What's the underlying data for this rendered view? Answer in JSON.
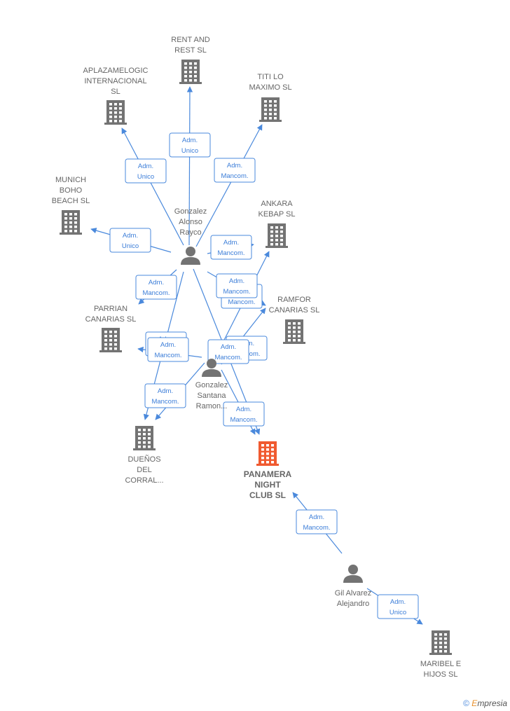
{
  "colors": {
    "building": "#737373",
    "focus": "#f05a30",
    "person": "#737373",
    "edge": "#4a89dc"
  },
  "nodes": [
    {
      "id": "rent",
      "type": "company",
      "lines": [
        "RENT AND",
        "REST  SL"
      ]
    },
    {
      "id": "aplaza",
      "type": "company",
      "lines": [
        "APLAZAMELOGIC",
        "INTERNACIONAL",
        "SL"
      ]
    },
    {
      "id": "titi",
      "type": "company",
      "lines": [
        "TITI LO",
        "MAXIMO  SL"
      ]
    },
    {
      "id": "munich",
      "type": "company",
      "lines": [
        "MUNICH",
        "BOHO",
        "BEACH  SL"
      ]
    },
    {
      "id": "ankara",
      "type": "company",
      "lines": [
        "ANKARA",
        "KEBAP  SL"
      ]
    },
    {
      "id": "ramfor",
      "type": "company",
      "lines": [
        "RAMFOR",
        "CANARIAS  SL"
      ]
    },
    {
      "id": "parrian",
      "type": "company",
      "lines": [
        "PARRIAN",
        "CANARIAS  SL"
      ]
    },
    {
      "id": "duenos",
      "type": "company",
      "lines": [
        "DUEÑOS",
        "DEL",
        "CORRAL..."
      ]
    },
    {
      "id": "panamera",
      "type": "focus",
      "lines": [
        "PANAMERA",
        "NIGHT",
        "CLUB  SL"
      ]
    },
    {
      "id": "maribel",
      "type": "company",
      "lines": [
        "MARIBEL E",
        "HIJOS SL"
      ]
    },
    {
      "id": "rayco",
      "type": "person",
      "lines": [
        "Gonzalez",
        "Alonso",
        "Rayco"
      ]
    },
    {
      "id": "ramon",
      "type": "person",
      "lines": [
        "Gonzalez",
        "Santana",
        "Ramon..."
      ]
    },
    {
      "id": "gil",
      "type": "person",
      "lines": [
        "Gil Alvarez",
        "Alejandro"
      ]
    }
  ],
  "edges": [
    {
      "from": "rayco",
      "to": "rent",
      "role": [
        "Adm.",
        "Unico"
      ]
    },
    {
      "from": "rayco",
      "to": "aplaza",
      "role": [
        "Adm.",
        "Unico"
      ]
    },
    {
      "from": "rayco",
      "to": "titi",
      "role": [
        "Adm.",
        "Mancom."
      ]
    },
    {
      "from": "rayco",
      "to": "munich",
      "role": [
        "Adm.",
        "Unico"
      ]
    },
    {
      "from": "rayco",
      "to": "ankara",
      "role": [
        "Adm.",
        "Mancom."
      ]
    },
    {
      "from": "rayco",
      "to": "parrian",
      "role": [
        "Adm.",
        "Mancom."
      ]
    },
    {
      "from": "rayco",
      "to": "ramfor",
      "role": [
        "Adm.",
        "Mancom."
      ]
    },
    {
      "from": "rayco",
      "to": "duenos",
      "role": [
        "Adm.",
        "Mancom."
      ]
    },
    {
      "from": "rayco",
      "to": "panamera",
      "role": [
        "Adm.",
        "Mancom."
      ]
    },
    {
      "from": "ramon",
      "to": "ankara",
      "role": [
        "Adm.",
        "Mancom."
      ]
    },
    {
      "from": "ramon",
      "to": "ramfor",
      "role": [
        "Adm.",
        "Mancom."
      ]
    },
    {
      "from": "ramon",
      "to": "parrian",
      "role": [
        "Adm.",
        "Mancom."
      ]
    },
    {
      "from": "ramon",
      "to": "duenos",
      "role": [
        "Adm.",
        "Mancom."
      ]
    },
    {
      "from": "ramon",
      "to": "panamera",
      "role": [
        "Adm.",
        "Mancom."
      ]
    },
    {
      "from": "gil",
      "to": "panamera",
      "role": [
        "Adm.",
        "Mancom."
      ]
    },
    {
      "from": "gil",
      "to": "maribel",
      "role": [
        "Adm.",
        "Unico"
      ]
    }
  ],
  "footer": {
    "copyright": "©",
    "brand_initial": "E",
    "brand_rest": "mpresia"
  }
}
